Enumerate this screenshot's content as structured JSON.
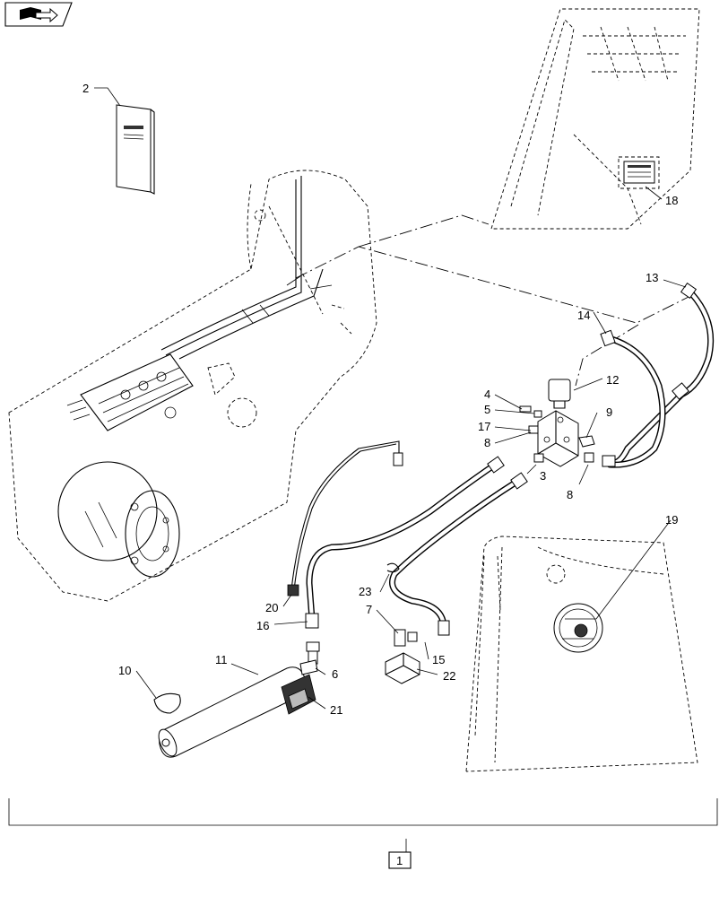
{
  "nav_icon": "book-arrow-icon",
  "callouts": {
    "c1": "1",
    "c2": "2",
    "c3": "3",
    "c4": "4",
    "c5": "5",
    "c6": "6",
    "c7": "7",
    "c8a": "8",
    "c8b": "8",
    "c9": "9",
    "c10": "10",
    "c11": "11",
    "c12": "12",
    "c13": "13",
    "c14": "14",
    "c15": "15",
    "c16": "16",
    "c17": "17",
    "c18": "18",
    "c19": "19",
    "c20": "20",
    "c21": "21",
    "c22": "22",
    "c23": "23"
  }
}
